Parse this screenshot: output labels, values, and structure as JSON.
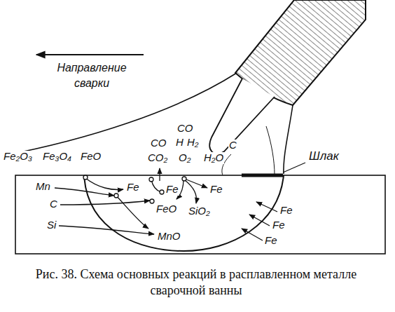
{
  "diagram": {
    "caption": "Рис. 38. Схема основных реакций в расплавленном металле сварочной ванны",
    "labels": [
      "Направление сварки",
      "Fe₂O₃",
      "Fe₃O₄",
      "FeO",
      "CO",
      "CO₂",
      "CO",
      "H",
      "H₂",
      "O₂",
      "H₂O",
      "C",
      "Шлак",
      "Mn",
      "C",
      "Si",
      "Fe",
      "Fe",
      "Fe",
      "FeO",
      "SiO₂",
      "MnO",
      "Fe",
      "Fe",
      "Fe"
    ]
  }
}
